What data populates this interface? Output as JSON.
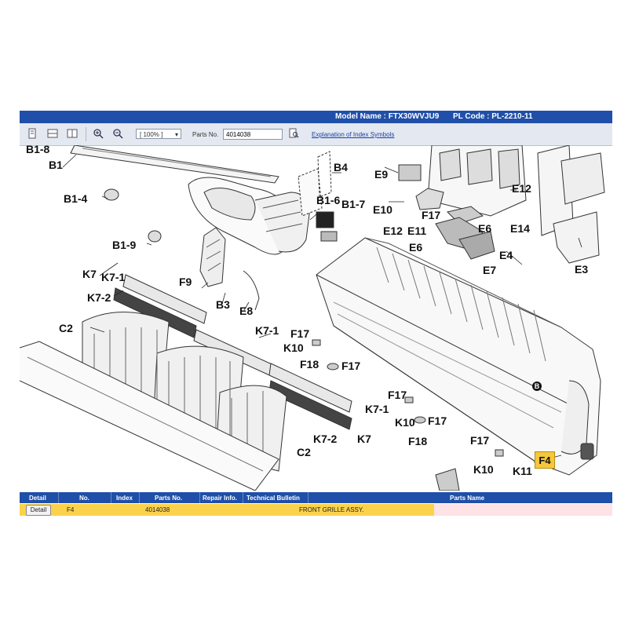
{
  "header": {
    "model_name": "Model Name : FTX30WVJU9",
    "pl_code": "PL Code : PL-2210-11"
  },
  "toolbar": {
    "zoom": "[ 100% ]",
    "parts_no_label": "Parts No.",
    "parts_no_value": "4014038",
    "explanation_link": "Explanation of Index Symbols"
  },
  "diagram": {
    "callouts": {
      "b1_8": "B1-8",
      "b1": "B1",
      "b1_4": "B1-4",
      "b1_9": "B1-9",
      "b1_6": "B1-6",
      "b1_7": "B1-7",
      "b4": "B4",
      "b3": "B3",
      "e8": "E8",
      "f9": "F9",
      "k7_a": "K7",
      "k7_1_a": "K7-1",
      "k7_2_a": "K7-2",
      "c2_a": "C2",
      "k7_1_b": "K7-1",
      "k7_1_c": "K7-1",
      "k7_2_b": "K7-2",
      "k7_b": "K7",
      "c2_b": "C2",
      "f17_a": "F17",
      "k10_a": "K10",
      "f18_a": "F18",
      "f17_b": "F17",
      "f17_c": "F17",
      "k10_b": "K10",
      "f17_d": "F17",
      "f18_b": "F18",
      "f17_e": "F17",
      "k10_c": "K10",
      "k11": "K11",
      "e9": "E9",
      "e10": "E10",
      "f17_f": "F17",
      "e12_a": "E12",
      "e11": "E11",
      "e6_a": "E6",
      "e12_b": "E12",
      "e14": "E14",
      "e6_b": "E6",
      "e4": "E4",
      "e7": "E7",
      "e3": "E3",
      "b_marker": "B",
      "f4": "F4"
    }
  },
  "table": {
    "headers": [
      "Detail",
      "No.",
      "Index",
      "Parts No.",
      "Repair Info.",
      "Technical Bulletin",
      "Parts Name"
    ],
    "rows": [
      {
        "detail_button": "Detail",
        "no": "F4",
        "index": "",
        "parts_no": "4014038",
        "repair_info": "",
        "technical_bulletin": "",
        "parts_name": "FRONT GRILLE ASSY."
      }
    ]
  },
  "colors": {
    "header_blue": "#1f4fa8",
    "highlight_yellow": "#fbd24b",
    "row_pink": "#fde2e6"
  }
}
